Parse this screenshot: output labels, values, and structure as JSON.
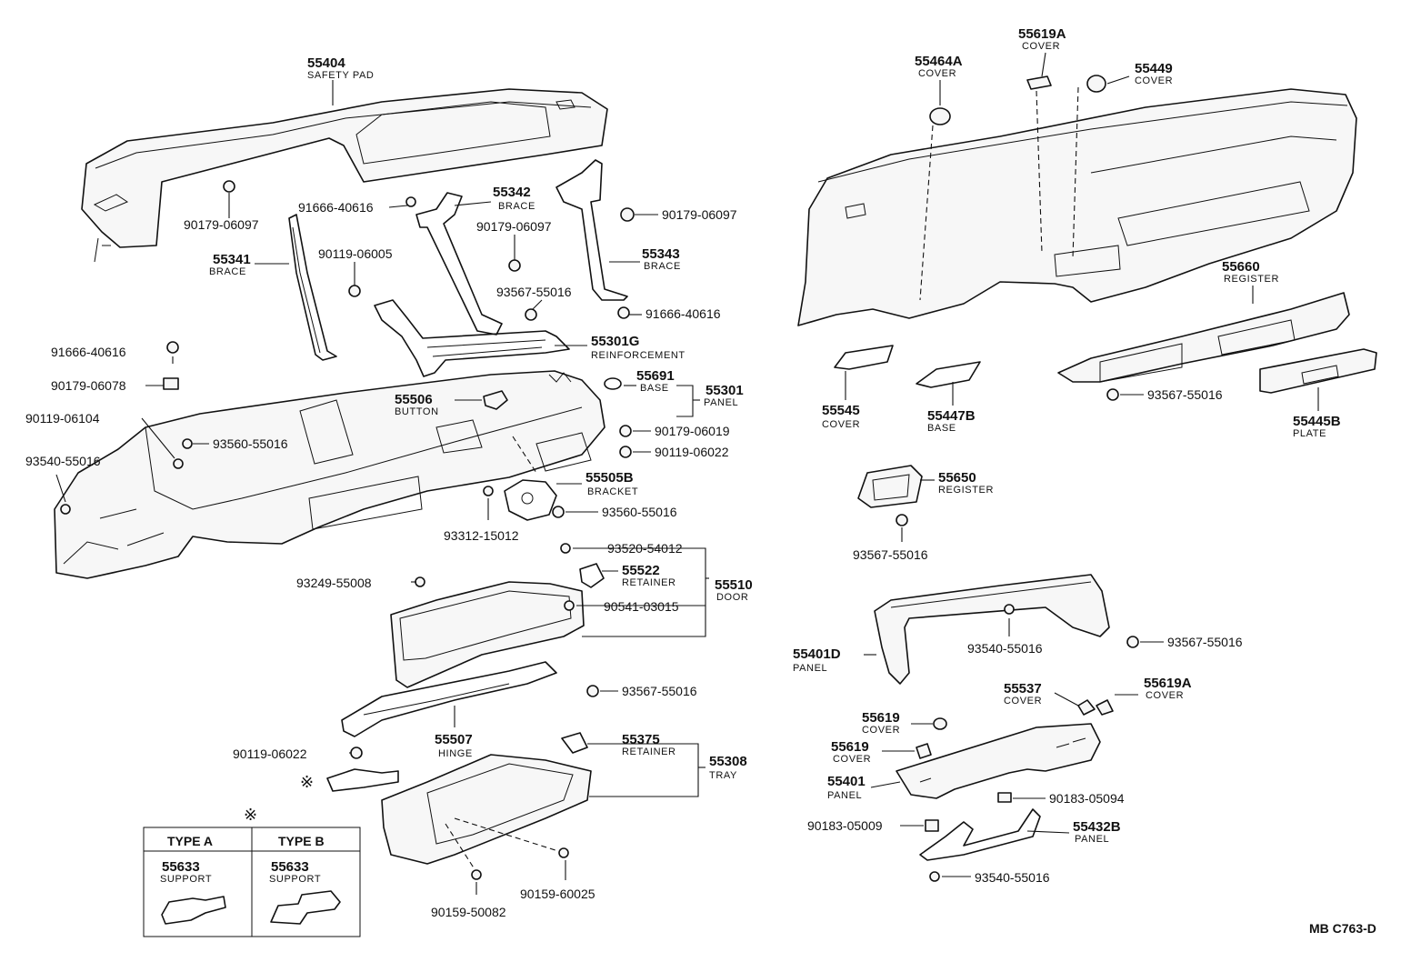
{
  "labels": {
    "p55404": {
      "num": "55404",
      "name": "SAFETY PAD"
    },
    "p55342": {
      "num": "55342",
      "name": "BRACE"
    },
    "p55341": {
      "num": "55341",
      "name": "BRACE"
    },
    "p55343": {
      "num": "55343",
      "name": "BRACE"
    },
    "p55301G": {
      "num": "55301G",
      "name": "REINFORCEMENT"
    },
    "p55691": {
      "num": "55691",
      "name": "BASE"
    },
    "p55301": {
      "num": "55301",
      "name": "PANEL"
    },
    "p55506": {
      "num": "55506",
      "name": "BUTTON"
    },
    "p55505B": {
      "num": "55505B",
      "name": "BRACKET"
    },
    "p55522": {
      "num": "55522",
      "name": "RETAINER"
    },
    "p55510": {
      "num": "55510",
      "name": "DOOR"
    },
    "p55507": {
      "num": "55507",
      "name": "HINGE"
    },
    "p55375": {
      "num": "55375",
      "name": "RETAINER"
    },
    "p55308": {
      "num": "55308",
      "name": "TRAY"
    },
    "p55464A": {
      "num": "55464A",
      "name": "COVER"
    },
    "p55619A_top": {
      "num": "55619A",
      "name": "COVER"
    },
    "p55449": {
      "num": "55449",
      "name": "COVER"
    },
    "p55660": {
      "num": "55660",
      "name": "REGISTER"
    },
    "p55545": {
      "num": "55545",
      "name": "COVER"
    },
    "p55447B": {
      "num": "55447B",
      "name": "BASE"
    },
    "p55445B": {
      "num": "55445B",
      "name": "PLATE"
    },
    "p55650": {
      "num": "55650",
      "name": "REGISTER"
    },
    "p55401D": {
      "num": "55401D",
      "name": "PANEL"
    },
    "p55537": {
      "num": "55537",
      "name": "COVER"
    },
    "p55619A_low": {
      "num": "55619A",
      "name": "COVER"
    },
    "p55619_a": {
      "num": "55619",
      "name": "COVER"
    },
    "p55619_b": {
      "num": "55619",
      "name": "COVER"
    },
    "p55401": {
      "num": "55401",
      "name": "PANEL"
    },
    "p55432B": {
      "num": "55432B",
      "name": "PANEL"
    }
  },
  "fasteners": {
    "f1": "90179-06097",
    "f2": "91666-40616",
    "f3": "90179-06097",
    "f4": "90179-06097",
    "f5": "90119-06005",
    "f6": "93567-55016",
    "f7": "91666-40616",
    "f8": "91666-40616",
    "f9": "90179-06078",
    "f10": "90119-06104",
    "f11": "93560-55016",
    "f12": "93540-55016",
    "f13": "90179-06019",
    "f14": "90119-06022",
    "f15": "93560-55016",
    "f16": "93312-15012",
    "f17": "93520-54012",
    "f18": "93249-55008",
    "f19": "90541-03015",
    "f20": "93567-55016",
    "f21": "90119-06022",
    "f22": "90159-60025",
    "f23": "90159-50082",
    "f24": "93567-55016",
    "f25": "93567-55016",
    "f26": "93540-55016",
    "f27": "93567-55016",
    "f28": "90183-05094",
    "f29": "90183-05009",
    "f30": "93540-55016"
  },
  "type_box": {
    "marker": "※",
    "type_a": {
      "title": "TYPE A",
      "num": "55633",
      "name": "SUPPORT"
    },
    "type_b": {
      "title": "TYPE B",
      "num": "55633",
      "name": "SUPPORT"
    }
  },
  "reference_code": "MB C763-D"
}
